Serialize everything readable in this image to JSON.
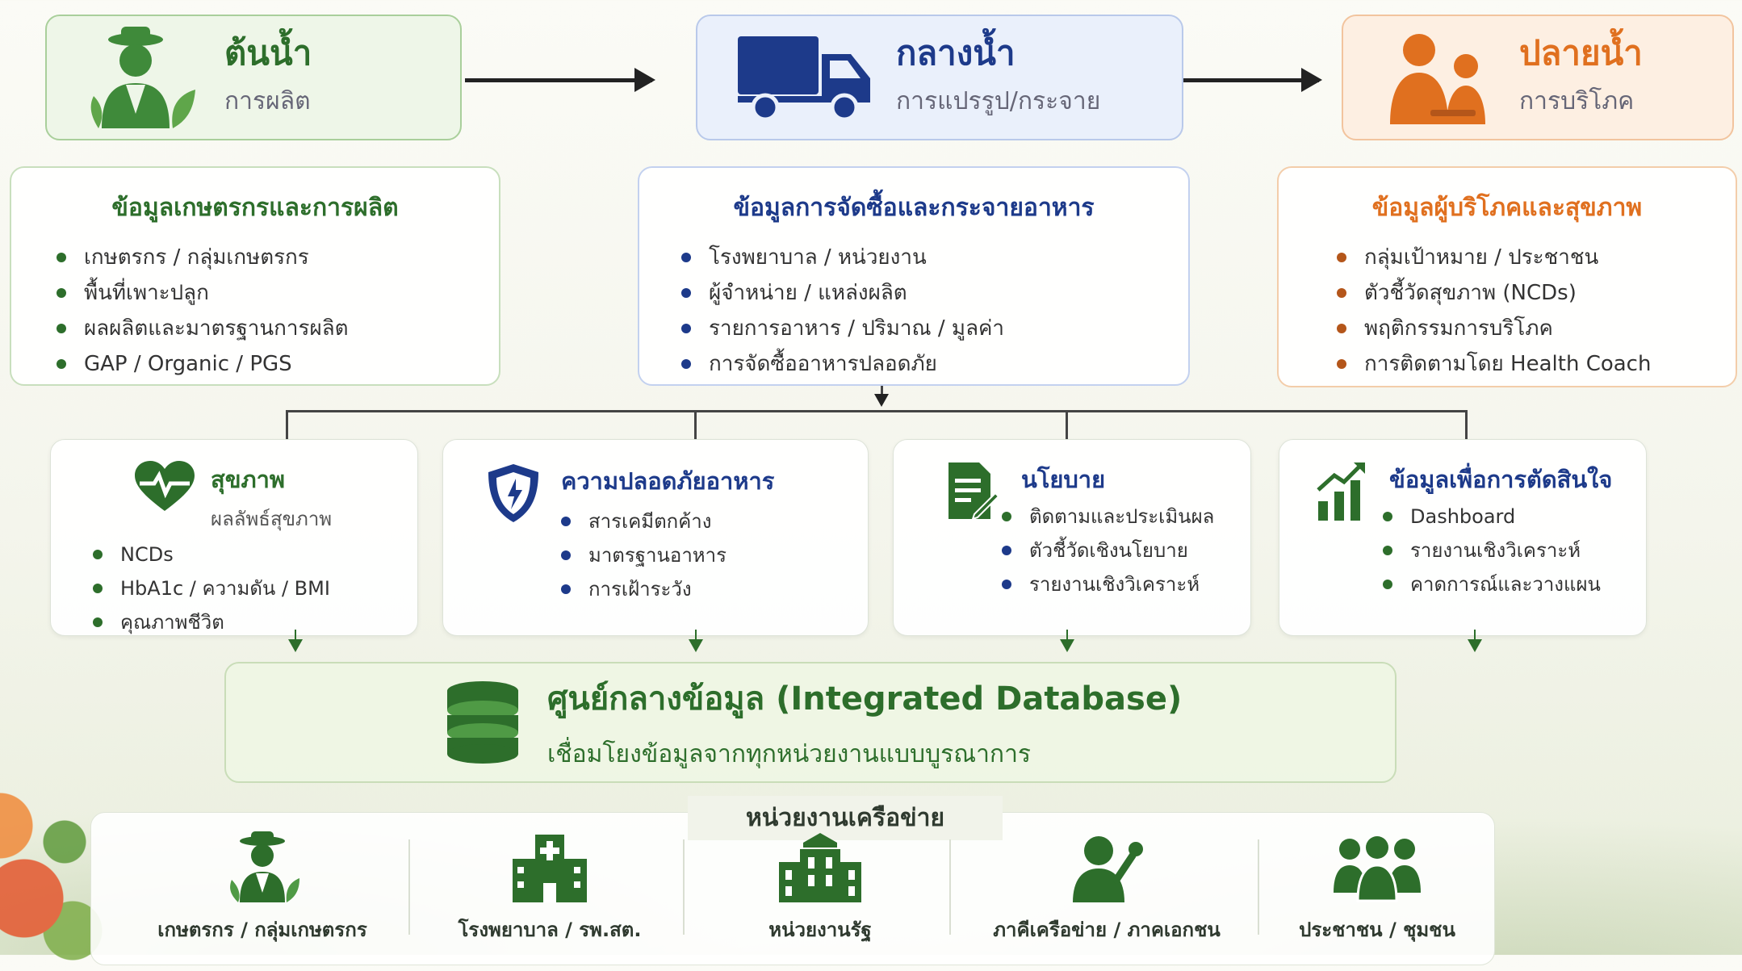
{
  "colors": {
    "green": "#3f8a3a",
    "green_dark": "#2d6e2b",
    "blue": "#2342a6",
    "blue_dark": "#1d3a8a",
    "orange": "#e0701f",
    "line": "#444444"
  },
  "stages": {
    "upstream": {
      "title": "ต้นน้ำ",
      "subtitle": "การผลิต",
      "icon": "farmer-icon"
    },
    "midstream": {
      "title": "กลางน้ำ",
      "subtitle": "การแปรรูป/กระจาย",
      "icon": "truck-icon"
    },
    "downstream": {
      "title": "ปลายน้ำ",
      "subtitle": "การบริโภค",
      "icon": "family-icon"
    }
  },
  "info": {
    "upstream": {
      "title": "ข้อมูลเกษตรกรและการผลิต",
      "items": [
        "เกษตรกร / กลุ่มเกษตรกร",
        "พื้นที่เพาะปลูก",
        "ผลผลิตและมาตรฐานการผลิต",
        "GAP / Organic / PGS"
      ]
    },
    "midstream": {
      "title": "ข้อมูลการจัดซื้อและกระจายอาหาร",
      "items": [
        "โรงพยาบาล / หน่วยงาน",
        "ผู้จำหน่าย / แหล่งผลิต",
        "รายการอาหาร / ปริมาณ / มูลค่า",
        "การจัดซื้ออาหารปลอดภัย"
      ]
    },
    "downstream": {
      "title": "ข้อมูลผู้บริโภคและสุขภาพ",
      "items": [
        "กลุ่มเป้าหมาย / ประชาชน",
        "ตัวชี้วัดสุขภาพ (NCDs)",
        "พฤติกรรมการบริโภค",
        "การติดตามโดย Health Coach"
      ]
    }
  },
  "cards": {
    "health": {
      "title": "สุขภาพ",
      "subtitle": "ผลลัพธ์สุขภาพ",
      "icon": "heart-pulse-icon",
      "items": [
        "NCDs",
        "HbA1c / ความดัน / BMI",
        "คุณภาพชีวิต"
      ]
    },
    "safety": {
      "title": "ความปลอดภัยอาหาร",
      "icon": "shield-icon",
      "items": [
        "สารเคมีตกค้าง",
        "มาตรฐานอาหาร",
        "การเฝ้าระวัง"
      ]
    },
    "policy": {
      "title": "นโยบาย",
      "icon": "document-edit-icon",
      "items": [
        "ติดตามและประเมินผล",
        "ตัวชี้วัดเชิงนโยบาย",
        "รายงานเชิงวิเคราะห์"
      ]
    },
    "decision": {
      "title": "ข้อมูลเพื่อการตัดสินใจ",
      "icon": "bar-chart-up-icon",
      "items": [
        "Dashboard",
        "รายงานเชิงวิเคราะห์",
        "คาดการณ์และวางแผน"
      ]
    }
  },
  "database": {
    "title": "ศูนย์กลางข้อมูล (Integrated Database)",
    "subtitle": "เชื่อมโยงข้อมูลจากทุกหน่วยงานแบบบูรณาการ",
    "icon": "database-icon"
  },
  "network": {
    "title": "หน่วยงานเครือข่าย",
    "items": [
      {
        "label": "เกษตรกร / กลุ่มเกษตรกร",
        "icon": "farmer-icon"
      },
      {
        "label": "โรงพยาบาล / รพ.สต.",
        "icon": "hospital-icon"
      },
      {
        "label": "หน่วยงานรัฐ",
        "icon": "government-building-icon"
      },
      {
        "label": "ภาคีเครือข่าย / ภาคเอกชน",
        "icon": "partner-icon"
      },
      {
        "label": "ประชาชน / ชุมชน",
        "icon": "community-icon"
      }
    ]
  }
}
